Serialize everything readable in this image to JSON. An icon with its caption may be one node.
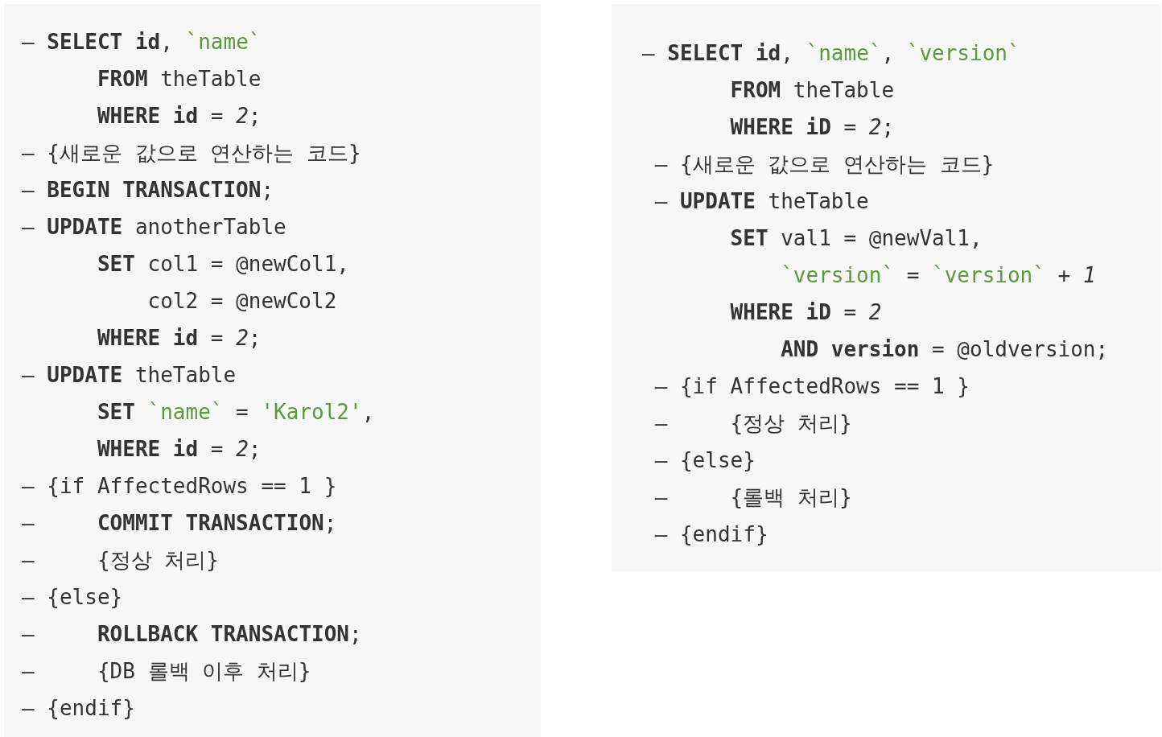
{
  "diagram": {
    "nodes": [
      {
        "text": [
          "– **SELECT id**, `name`",
          "      **FROM** theTable",
          "      **WHERE id** = *2*;",
          "– {새로운 값으로 연산하는 코드}",
          "– **BEGIN TRANSACTION**;",
          "– **UPDATE** anotherTable",
          "      **SET** col1 = @newCol1,",
          "          col2 = @newCol2",
          "      **WHERE id** = *2*;",
          "– **UPDATE** theTable",
          "      **SET** `name` = 'Karol2',",
          "      **WHERE id** = *2*;",
          "– {if AffectedRows == 1 }",
          "–     **COMMIT TRANSACTION**;",
          "–     {정상 처리}",
          "– {else}",
          "–     **ROLLBACK TRANSACTION**;",
          "–     {DB 롤백 이후 처리}",
          "– {endif}"
        ]
      },
      {
        "text": [
          "– **SELECT id**, `name`, `version`",
          "       **FROM** theTable",
          "       **WHERE iD** = *2*;",
          " – {새로운 값으로 연산하는 코드}",
          " – **UPDATE** theTable",
          "       **SET** val1 = @newVal1,",
          "           `version` = `version` + *1*",
          "       **WHERE iD** = *2*",
          "           **AND version** = @oldversion;",
          " – {if AffectedRows == 1 }",
          " –     {정상 처리}",
          " – {else}",
          " –     {롤백 처리}",
          " – {endif}"
        ]
      }
    ]
  }
}
